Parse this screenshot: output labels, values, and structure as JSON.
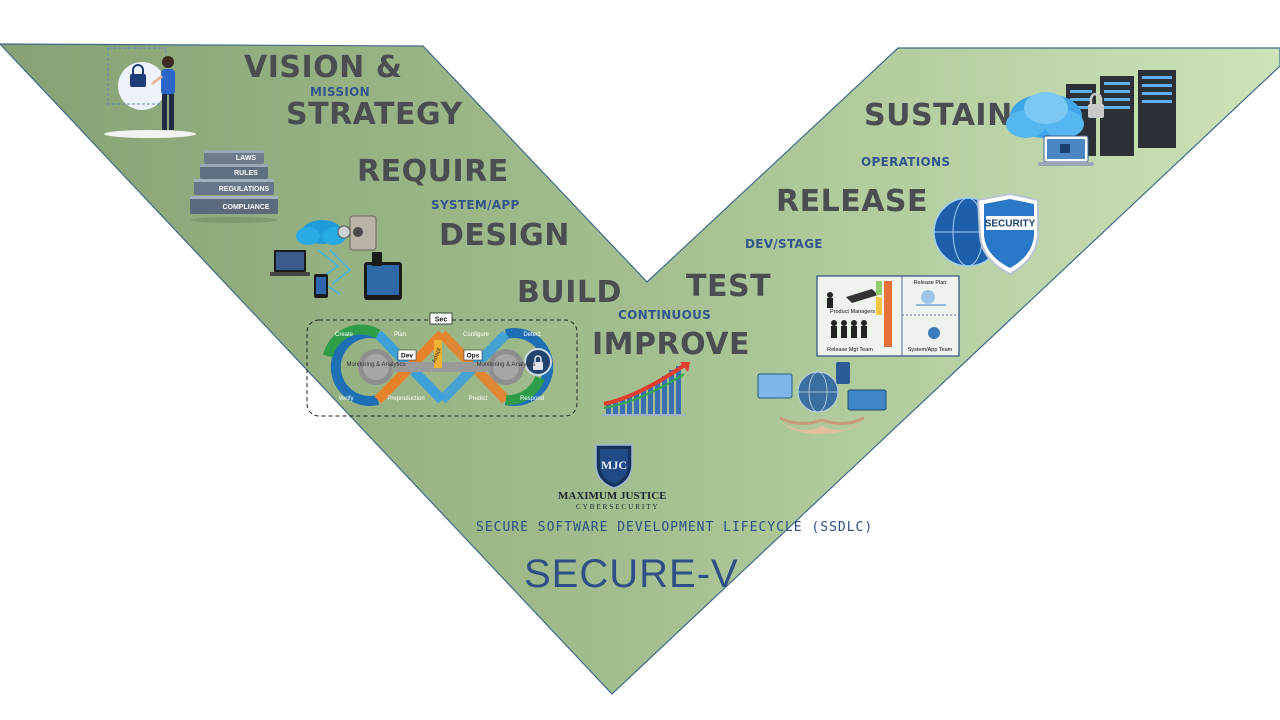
{
  "diagram": {
    "stages": {
      "vision": "VISION &",
      "mission": "MISSION",
      "strategy": "STRATEGY",
      "require": "REQUIRE",
      "system_app": "SYSTEM/APP",
      "design": "DESIGN",
      "build": "BUILD",
      "continuous": "CONTINUOUS",
      "improve": "IMPROVE",
      "test": "TEST",
      "dev_stage": "DEV/STAGE",
      "release": "RELEASE",
      "operations": "OPERATIONS",
      "sustain": "SUSTAIN"
    },
    "books": [
      "LAWS",
      "RULES",
      "REGULATIONS",
      "COMPLIANCE"
    ],
    "devsecops": {
      "sec": "Sec",
      "dev": "Dev",
      "ops": "Ops",
      "create": "Create",
      "plan": "Plan",
      "configure": "Configure",
      "detect": "Detect",
      "verify": "Verify",
      "preproduction": "Preproduction",
      "predict": "Predict",
      "respond": "Respond",
      "monitoring_left": "Monitoring & Analytics",
      "monitoring_right": "Monitoring & Analytics",
      "adapt": "Adapt"
    },
    "release_chart": {
      "product_managers": "Product Managers",
      "release_plan": "Release Plan",
      "release_mgt_team": "Release Mgt Team",
      "system_app_team": "System/App Team"
    },
    "security_label": "SECURITY",
    "logo": {
      "initials": "MJC",
      "line1": "MAXIMUM JUSTICE",
      "line2": "CYBERSECURITY"
    },
    "subtitle": "SECURE SOFTWARE DEVELOPMENT LIFECYCLE (SSDLC)",
    "title": "SECURE-V",
    "colors": {
      "v_fill_dark": "#8aa778",
      "v_fill_light": "#c9e0b4",
      "big_text": "#4a4d52",
      "small_text": "#34558c",
      "title": "#2f4f86"
    }
  }
}
